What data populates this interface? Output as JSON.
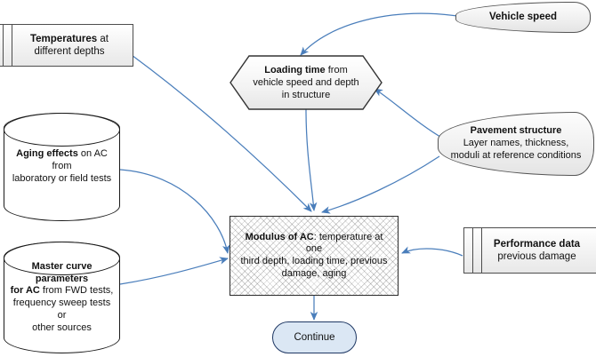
{
  "diagram": {
    "title": "Modulus of AC computation flow",
    "colors": {
      "arrow": "#4a7ebb",
      "pill_fill": "#dbe7f4",
      "pill_border": "#1f3864",
      "shape_border": "#4d4d4d"
    },
    "nodes": [
      {
        "id": "temperatures",
        "shape": "predefined-process",
        "line1_bold": "Temperatures",
        "line1_rest": " at",
        "line2": "different depths"
      },
      {
        "id": "vehicle-speed",
        "shape": "stored-data",
        "label": "Vehicle speed"
      },
      {
        "id": "loading-time",
        "shape": "hexagon",
        "line1_bold": "Loading time",
        "line1_rest": " from",
        "line2": "vehicle speed and depth",
        "line3": "in structure"
      },
      {
        "id": "pavement-structure",
        "shape": "stored-data",
        "line1_bold": "Pavement structure",
        "line2": "Layer names, thickness,",
        "line3": "moduli at reference conditions"
      },
      {
        "id": "aging-effects",
        "shape": "cylinder",
        "line1_bold": "Aging effects",
        "line1_rest": " on AC from",
        "line2": "laboratory or field tests"
      },
      {
        "id": "master-curve",
        "shape": "cylinder",
        "line1_bold": "Master curve parameters",
        "line2_bold": "for AC",
        "line2_rest": " from FWD tests,",
        "line3": "frequency sweep tests or",
        "line4": "other sources"
      },
      {
        "id": "modulus-of-ac",
        "shape": "process-crosshatch",
        "line1_bold": "Modulus of AC",
        "line1_rest": ": temperature at one",
        "line2": "third depth, loading time, previous",
        "line3": "damage, aging"
      },
      {
        "id": "performance-data",
        "shape": "predefined-process",
        "line1_bold": "Performance data",
        "line2": "previous damage"
      },
      {
        "id": "continue",
        "shape": "terminator",
        "label": "Continue"
      }
    ],
    "edges": [
      {
        "from": "vehicle-speed",
        "to": "loading-time"
      },
      {
        "from": "pavement-structure",
        "to": "loading-time"
      },
      {
        "from": "temperatures",
        "to": "modulus-of-ac"
      },
      {
        "from": "loading-time",
        "to": "modulus-of-ac"
      },
      {
        "from": "pavement-structure",
        "to": "modulus-of-ac"
      },
      {
        "from": "aging-effects",
        "to": "modulus-of-ac"
      },
      {
        "from": "master-curve",
        "to": "modulus-of-ac"
      },
      {
        "from": "performance-data",
        "to": "modulus-of-ac"
      },
      {
        "from": "modulus-of-ac",
        "to": "continue"
      }
    ]
  }
}
